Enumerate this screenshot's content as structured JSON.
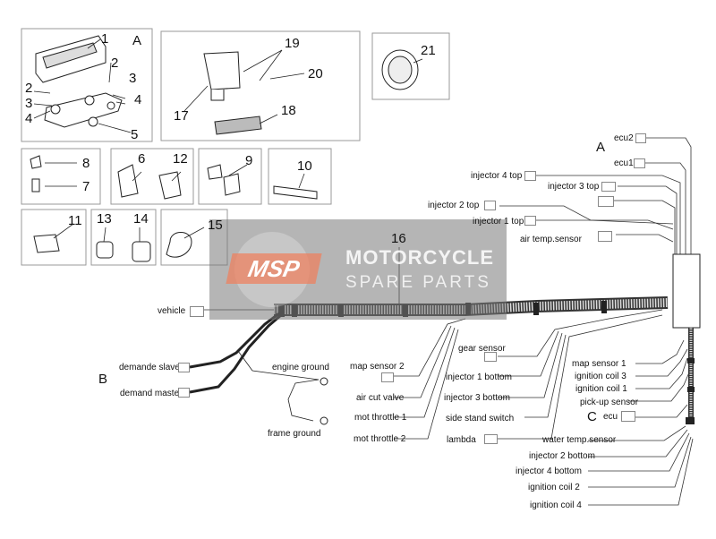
{
  "watermark": {
    "brand": "MSP",
    "line1": "MOTORCYCLE",
    "line2": "SPARE PARTS"
  },
  "section_letters": {
    "a_top": "A",
    "a_right": "A",
    "b": "B",
    "c": "C"
  },
  "part_numbers": {
    "p1": "1",
    "p2a": "2",
    "p2b": "2",
    "p3a": "3",
    "p3b": "3",
    "p4a": "4",
    "p4b": "4",
    "p5": "5",
    "p6": "6",
    "p7": "7",
    "p8": "8",
    "p9": "9",
    "p10": "10",
    "p11": "11",
    "p12": "12",
    "p13": "13",
    "p14": "14",
    "p15": "15",
    "p16": "16",
    "p17": "17",
    "p18": "18",
    "p19": "19",
    "p20": "20",
    "p21": "21"
  },
  "connector_labels": {
    "ecu2": "ecu2",
    "ecu1": "ecu1",
    "injector_4_top": "injector 4 top",
    "injector_3_top": "injector 3 top",
    "injector_2_top": "injector 2 top",
    "injector_1_top": "injector 1 top",
    "air_temp_sensor": "air temp.sensor",
    "vehicle": "vehicle",
    "demande_slave": "demande slave",
    "demand_master": "demand master",
    "engine_ground": "engine ground",
    "frame_ground": "frame ground",
    "map_sensor_2": "map sensor 2",
    "air_cut_valve": "air cut valve",
    "mot_throttle_1": "mot throttle 1",
    "mot_throttle_2": "mot throttle 2",
    "gear_sensor": "gear sensor",
    "injector_1_bottom": "injector 1 bottom",
    "injector_3_bottom": "injector 3 bottom",
    "side_stand_switch": "side stand switch",
    "lambda": "lambda",
    "map_sensor_1": "map sensor 1",
    "ignition_coil_3": "ignition coil 3",
    "ignition_coil_1": "ignition coil 1",
    "pick_up_sensor": "pick-up sensor",
    "ecu": "ecu",
    "water_temp_sensor": "water temp.sensor",
    "injector_2_bottom": "injector 2 bottom",
    "injector_4_bottom": "injector 4 bottom",
    "ignition_coil_2": "ignition coil 2",
    "ignition_coil_4": "ignition coil 4"
  }
}
